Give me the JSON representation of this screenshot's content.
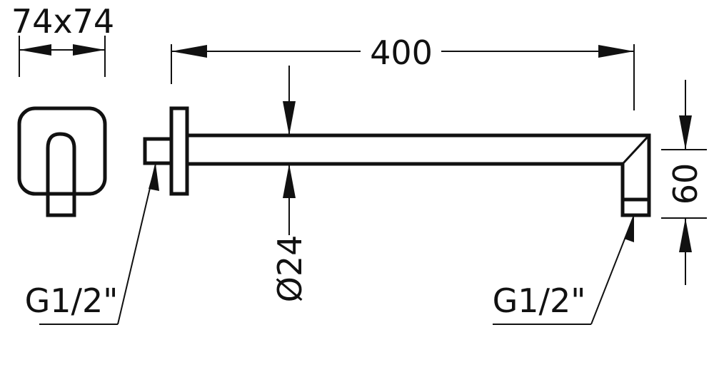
{
  "dimensions": {
    "plate_size": "74x74",
    "arm_length": "400",
    "arm_diameter": "Ø24",
    "drop_height": "60",
    "wall_connection": "G1/2\"",
    "outlet_connection": "G1/2\""
  },
  "colors": {
    "line": "#111111",
    "background": "#ffffff"
  }
}
